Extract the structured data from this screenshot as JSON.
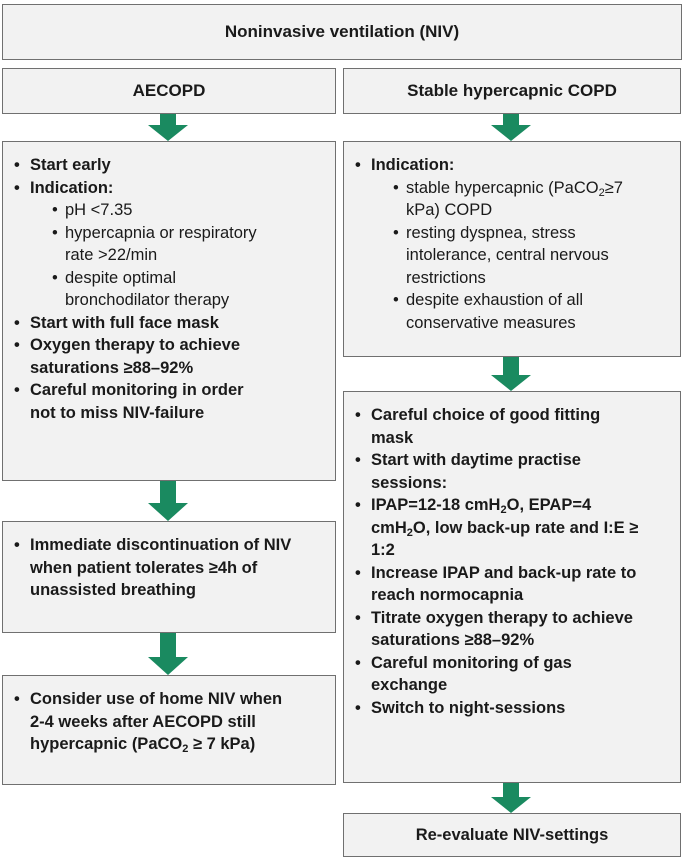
{
  "title": "Noninvasive ventilation (NIV)",
  "left": {
    "header": "AECOPD",
    "box1": {
      "start_early": "Start early",
      "indication": "Indication:",
      "sub": [
        "pH <7.35",
        "hypercapnia or respiratory rate >22/min",
        "despite optimal bronchodilator therapy"
      ],
      "face_mask": "Start with full face mask",
      "oxygen": "Oxygen therapy to achieve saturations ≥88–92%",
      "monitoring": "Careful monitoring in order not to miss NIV-failure"
    },
    "box2": "Immediate discontinuation of NIV when patient tolerates ≥4h of unassisted breathing",
    "box3": {
      "text": "Consider use of home NIV when 2-4 weeks after AECOPD still hypercapnic",
      "paco2_a": "(PaCO",
      "paco2_sub": "2",
      "paco2_b": " ≥ 7 kPa)"
    }
  },
  "right": {
    "header": "Stable hypercapnic COPD",
    "box1": {
      "indication": "Indication:",
      "sub1_a": "stable hypercapnic (PaCO",
      "sub1_sub": "2",
      "sub1_b": "≥7 kPa) COPD",
      "sub2": "resting dyspnea, stress intolerance, central nervous restrictions",
      "sub3": "despite exhaustion of all conservative measures"
    },
    "box2": {
      "mask": "Careful choice of good fitting mask",
      "daytime": "Start with daytime practise sessions:",
      "ipap_a": "IPAP=12-18 cmH",
      "ipap_sub": "2",
      "ipap_b": "O, EPAP=4 cmH",
      "epap_sub": "2",
      "ipap_c": "O, low back-up rate and I:E ≥ 1:2",
      "increase": "Increase IPAP and back-up rate to reach normocapnia",
      "titrate": "Titrate oxygen therapy to achieve saturations ≥88–92%",
      "gas": "Careful monitoring of gas exchange",
      "night": "Switch to night-sessions"
    },
    "final": "Re-evaluate NIV-settings"
  },
  "colors": {
    "box_fill": "#f2f2f2",
    "box_border": "#707070",
    "arrow": "#1a8a60"
  }
}
